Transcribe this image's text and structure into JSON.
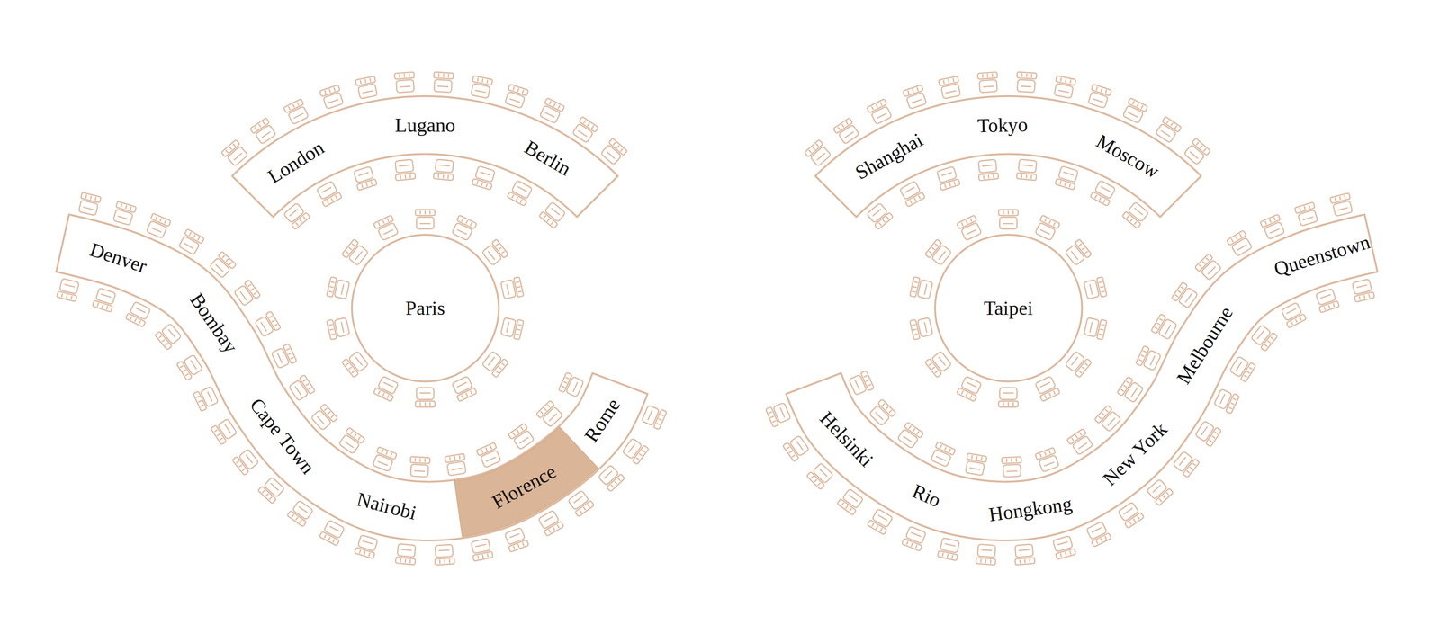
{
  "diagram": {
    "nodes": [
      {
        "text": [
          "London",
          "Lugano",
          "Berlin"
        ]
      },
      {
        "text": [
          "Paris"
        ]
      },
      {
        "text": [
          "Denver",
          "Bombay",
          "Cape Town",
          "Nairobi",
          "Rome"
        ]
      },
      {
        "text": [
          "Florence"
        ],
        "in": 2
      },
      {
        "text": [
          "Shanghai",
          "Tokyo",
          "Moscow"
        ]
      },
      {
        "text": [
          "Taipei"
        ]
      },
      {
        "text": [
          "Helsinki",
          "Rio",
          "Hongkong",
          "New York",
          "Melbourne",
          "Queenstown"
        ]
      }
    ]
  }
}
